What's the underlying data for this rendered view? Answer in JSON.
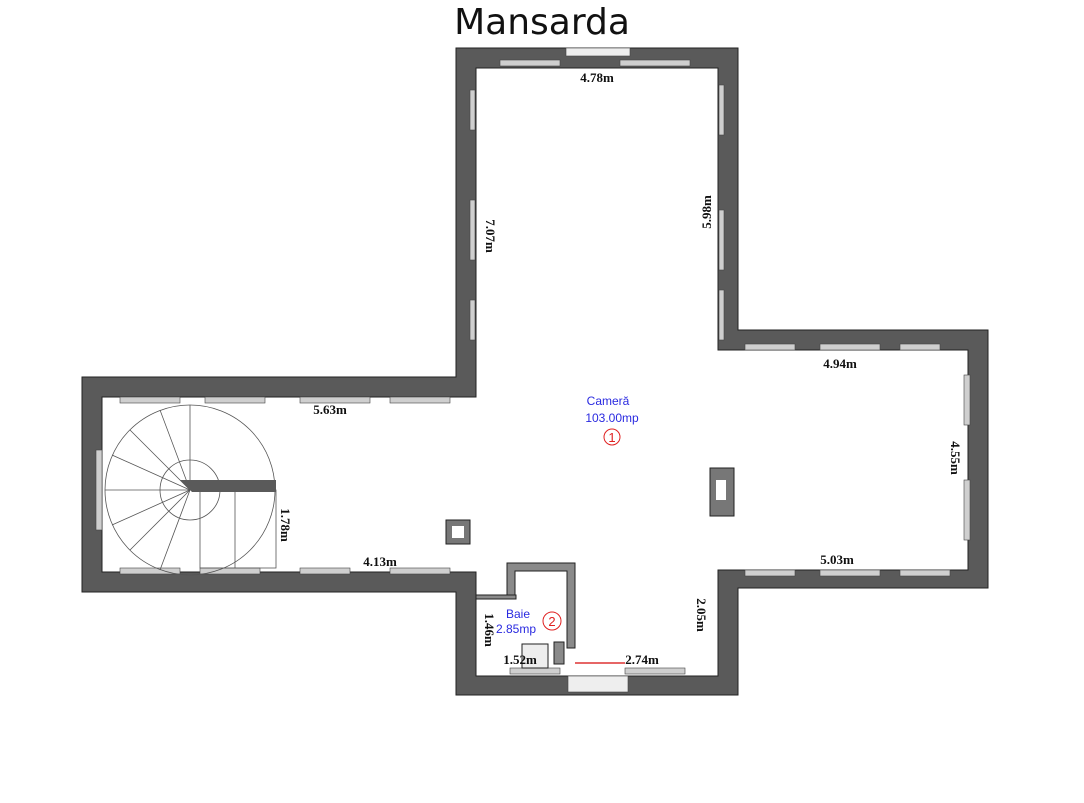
{
  "title": "Mansarda",
  "rooms": [
    {
      "name": "Cameră",
      "area": "103.00mp",
      "number": "1"
    },
    {
      "name": "Baie",
      "area": "2.85mp",
      "number": "2"
    }
  ],
  "dimensions": {
    "top": "4.78m",
    "upper_left": "7.07m",
    "upper_right": "5.98m",
    "right_top": "4.94m",
    "right": "4.55m",
    "right_bottom": "5.03m",
    "bottom_right": "2.05m",
    "bottom_mid": "2.74m",
    "bath_bottom": "1.52m",
    "bath_side": "1.46m",
    "left_bottom": "4.13m",
    "stair": "1.78m",
    "left_top": "5.63m"
  },
  "colors": {
    "wall": "#5a5a5a",
    "window": "#c8c8c8",
    "room_label": "#2a2ae0",
    "room_number": "#e02020"
  }
}
